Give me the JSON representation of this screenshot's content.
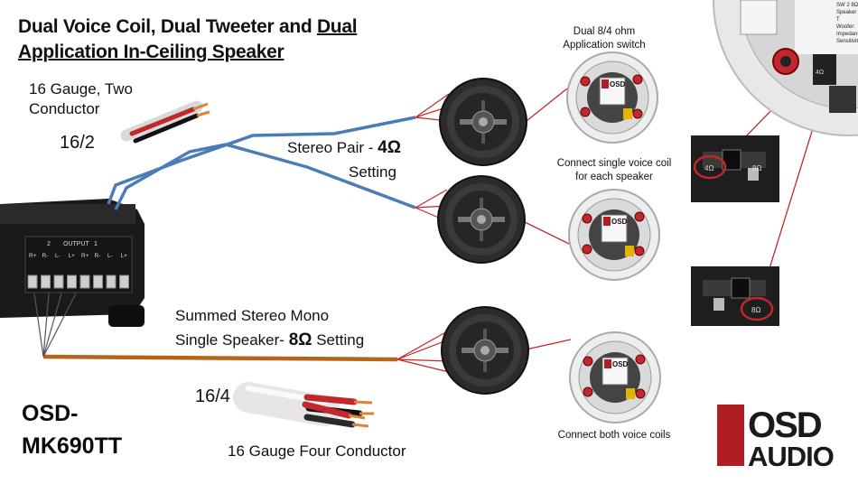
{
  "title": {
    "line1_a": "Dual Voice Coil, Dual Tweeter and ",
    "line1_b": "Dual",
    "line2": "Application In-Ceiling Speaker"
  },
  "wire_top": {
    "line1": "16 Gauge, Two",
    "line2": "Conductor",
    "gauge": "16/2"
  },
  "wire_bottom": {
    "gauge": "16/4",
    "caption": "16 Gauge Four Conductor"
  },
  "stereo": {
    "prefix": "Stereo Pair - ",
    "ohm": "4Ω",
    "suffix": "Setting"
  },
  "mono": {
    "line1": "Summed Stereo Mono",
    "line2_prefix": "Single Speaker- ",
    "ohm": "8Ω",
    "line2_suffix": " Setting"
  },
  "switch_note": {
    "line1": "Dual 8/4 ohm",
    "line2": "Application switch"
  },
  "single_coil_note": {
    "line1": "Connect single voice coil",
    "line2": "for each speaker"
  },
  "both_coils_note": "Connect both voice coils",
  "model": {
    "line1": "OSD-",
    "line2": "MK690TT"
  },
  "amp": {
    "output_label": "OUTPUT",
    "ch2": "2",
    "ch1": "1",
    "terminals": [
      "R+",
      "R-",
      "L-",
      "L+",
      "R+",
      "R-",
      "L-",
      "L+"
    ]
  },
  "switch_labels": {
    "four": "4Ω",
    "eight": "8Ω"
  },
  "speaker_brand": "OSD",
  "sw_text": [
    "SW 2 8Ω",
    "Speaker T",
    "Woofer:",
    "Impedanc",
    "Sensitivity"
  ],
  "logo": {
    "top": "OSD",
    "bottom": "AUDIO"
  },
  "colors": {
    "blue_wire": "#4a7db8",
    "orange_wire": "#b8651c",
    "red_line": "#c0282d",
    "logo_red": "#b01e23"
  }
}
